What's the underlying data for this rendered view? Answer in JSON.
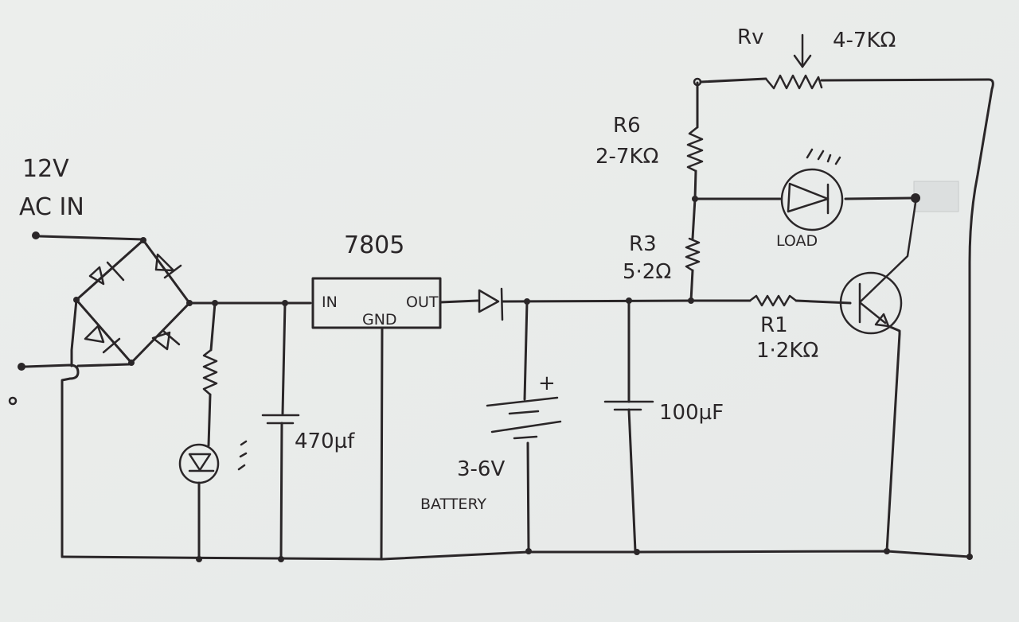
{
  "diagram": {
    "title_input": {
      "line1": "12V",
      "line2": "AC IN"
    },
    "regulator": {
      "name": "7805",
      "pin_in": "IN",
      "pin_out": "OUT",
      "pin_gnd": "GND"
    },
    "capacitor_1": {
      "value": "470µf"
    },
    "battery": {
      "voltage": "3-6V",
      "label": "BATTERY",
      "polarity": "+"
    },
    "capacitor_2": {
      "value": "100µF"
    },
    "resistor_r6": {
      "name": "R6",
      "value": "2-7KΩ"
    },
    "resistor_r3": {
      "name": "R3",
      "value": "5·2Ω"
    },
    "resistor_r1": {
      "name": "R1",
      "value": "1·2KΩ"
    },
    "potentiometer": {
      "name": "Rv",
      "value": "4-7KΩ"
    },
    "load": {
      "label": "LOAD"
    }
  }
}
